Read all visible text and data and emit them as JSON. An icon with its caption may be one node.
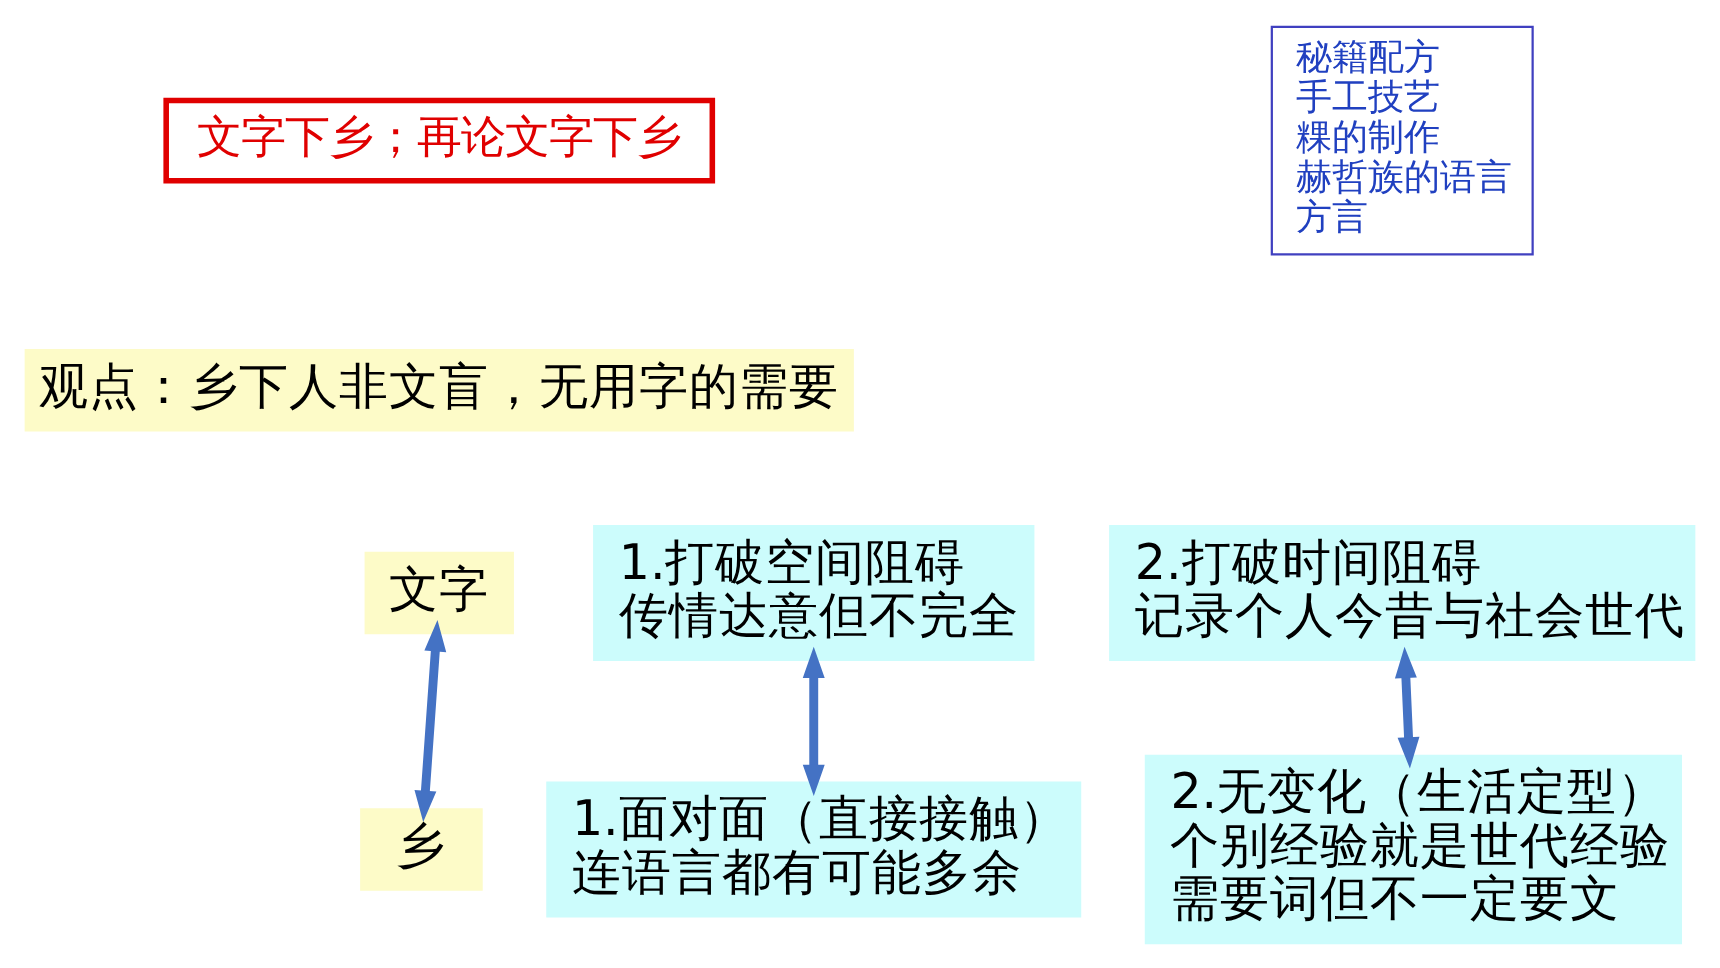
{
  "diagram": {
    "nodes": [
      {
        "text": [
          "文字下乡；再论文字下乡"
        ]
      },
      {
        "text": [
          "秘籍配方",
          "手工技艺",
          "粿的制作",
          "赫哲族的语言",
          "方言"
        ]
      },
      {
        "text": [
          "观点：乡下人非文盲，无用字的需要"
        ]
      },
      {
        "text": [
          "文字"
        ]
      },
      {
        "text": [
          "1.打破空间阻碍",
          "传情达意但不完全"
        ]
      },
      {
        "text": [
          "2.打破时间阻碍",
          "记录个人今昔与社会世代"
        ]
      },
      {
        "text": [
          "乡"
        ]
      },
      {
        "text": [
          "1.面对面（直接接触）",
          "连语言都有可能多余"
        ]
      },
      {
        "text": [
          "2.无变化（生活定型）",
          "个别经验就是世代经验",
          "需要词但不一定要文"
        ]
      }
    ],
    "edges": [
      {
        "from": 3,
        "to": 6,
        "arrow": "both"
      },
      {
        "from": 4,
        "to": 7,
        "arrow": "both"
      },
      {
        "from": 5,
        "to": 8,
        "arrow": "both"
      }
    ]
  }
}
